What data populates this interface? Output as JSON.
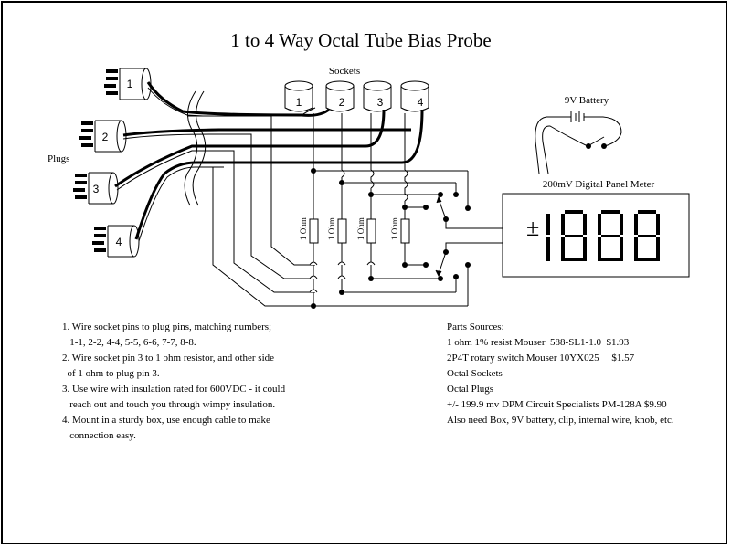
{
  "title": "1 to 4 Way Octal Tube Bias Probe",
  "labels": {
    "sockets": "Sockets",
    "plugs": "Plugs",
    "battery": "9V Battery",
    "meter": "200mV Digital Panel Meter",
    "resistor": "1 Ohm"
  },
  "sockets": [
    {
      "number": "1"
    },
    {
      "number": "2"
    },
    {
      "number": "3"
    },
    {
      "number": "4"
    }
  ],
  "plugs": [
    {
      "number": "1"
    },
    {
      "number": "2"
    },
    {
      "number": "3"
    },
    {
      "number": "4"
    }
  ],
  "meter_display": {
    "sign": "±",
    "digits": "1888"
  },
  "colors": {
    "ink": "#000000",
    "background": "#ffffff"
  },
  "instructions": [
    "1. Wire socket pins to plug pins, matching numbers;",
    "   1-1, 2-2, 4-4, 5-5, 6-6, 7-7, 8-8.",
    "2. Wire socket pin 3 to 1 ohm resistor, and other side",
    "  of 1 ohm to plug pin 3.",
    "3. Use wire with insulation rated for 600VDC - it could",
    "   reach out and touch you through wimpy insulation.",
    "4. Mount in a sturdy box, use enough cable to make",
    "   connection easy."
  ],
  "parts": [
    "Parts Sources:",
    "1 ohm 1% resist Mouser  588-SL1-1.0  $1.93",
    "2P4T rotary switch Mouser 10YX025     $1.57",
    "Octal Sockets",
    "Octal Plugs",
    "+/- 199.9 mv DPM Circuit Specialists PM-128A $9.90",
    "Also need Box, 9V battery, clip, internal wire, knob, etc."
  ]
}
